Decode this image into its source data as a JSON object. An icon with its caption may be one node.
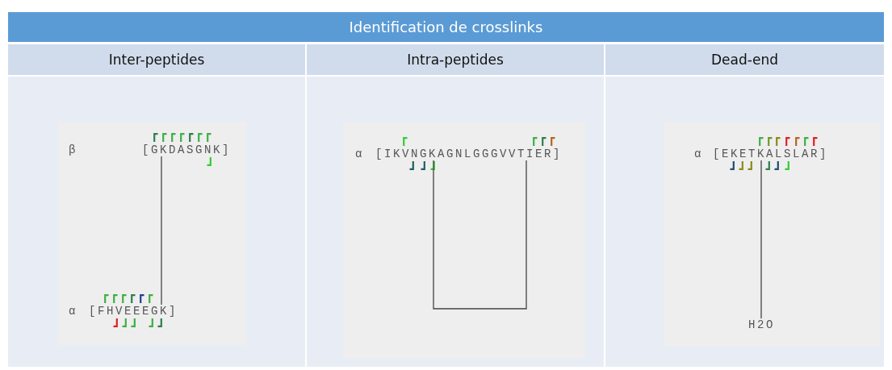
{
  "diagram": {
    "title": "Identification de crosslinks",
    "nodes": [
      {
        "text": [
          "Inter-peptides"
        ]
      },
      {
        "text": [
          "Intra-peptides"
        ]
      },
      {
        "text": [
          "Dead-end"
        ]
      },
      {
        "text": [
          "[GKDASGNK]"
        ],
        "in": 0
      },
      {
        "text": [
          "[FHVEEEGK]"
        ],
        "beside": [
          "α"
        ],
        "in": 0
      },
      {
        "text": [
          "[IKVNGKAGNLGGGVVTIER]"
        ],
        "beside": [
          "α"
        ],
        "in": 1
      },
      {
        "text": [
          "[EKETKALSLAR]"
        ],
        "beside": [
          "α"
        ],
        "in": 2
      },
      {
        "text": [
          "H2O"
        ],
        "in": 2
      }
    ],
    "edges": [
      {
        "from": 3,
        "to": 4,
        "arrow": "none"
      },
      {
        "from": 5,
        "to": 5,
        "arrow": "none"
      },
      {
        "from": 6,
        "to": 7,
        "arrow": "none"
      }
    ],
    "labels": [
      "β"
    ]
  }
}
